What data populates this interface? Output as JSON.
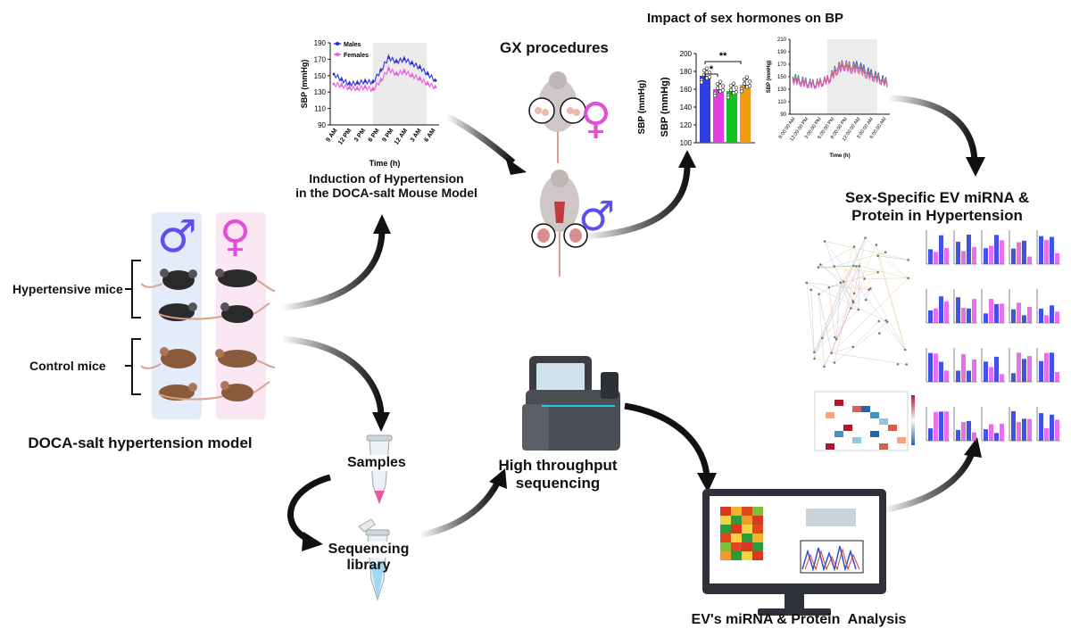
{
  "labels": {
    "hypertensive_mice": "Hypertensive mice",
    "control_mice": "Control mice",
    "model_title": "DOCA-salt hypertension model",
    "samples": "Samples",
    "seq_library_1": "Sequencing",
    "seq_library_2": "library",
    "high_throughput_1": "High throughput",
    "high_throughput_2": "sequencing",
    "analysis_title": "EV's miRNA & Protein  Analysis",
    "gx_procedures": "GX procedures",
    "induction_1": "Induction of Hypertension",
    "induction_2": "in the DOCA-salt Mouse Model",
    "impact_title": "Impact of sex hormones on BP",
    "sexspec_1": "Sex-Specific EV miRNA &",
    "sexspec_2": "Protein in Hypertension"
  },
  "symbols": {
    "male": "♂",
    "female": "♀",
    "male_color": "#5b4ff0",
    "female_color": "#e24ed6"
  },
  "chart_data": [
    {
      "type": "line",
      "ylabel": "SBP (mmHg)",
      "xlabel": "Time (h)",
      "ylim": [
        90,
        190
      ],
      "yticks": [
        90,
        110,
        130,
        150,
        170,
        190
      ],
      "xticks": [
        "9 AM",
        "12 PM",
        "3 PM",
        "6 PM",
        "9 PM",
        "12 AM",
        "3 AM",
        "6 AM"
      ],
      "legend_position": "top-left",
      "series": [
        {
          "name": "Males",
          "color": "#2a2ad6",
          "values": [
            152,
            145,
            140,
            141,
            143,
            142,
            156,
            172,
            167,
            170,
            165,
            160,
            152,
            144
          ]
        },
        {
          "name": "Females",
          "color": "#ee55dd",
          "values": [
            140,
            138,
            135,
            134,
            136,
            133,
            144,
            158,
            152,
            155,
            150,
            146,
            140,
            136
          ]
        }
      ]
    },
    {
      "type": "bar",
      "ylabel_outer": "SBP (mmHg)",
      "ylabel": "SBP (mmHg)",
      "ylim": [
        100,
        200
      ],
      "yticks": [
        100,
        120,
        140,
        160,
        180,
        200
      ],
      "significance": [
        "*",
        "**"
      ],
      "values": [
        175,
        160,
        158,
        165
      ],
      "colors": [
        "#2f3fe3",
        "#e33ee0",
        "#16c21f",
        "#f29a12"
      ]
    },
    {
      "type": "line",
      "ylabel": "SBP (mmHg)",
      "xlabel": "Time (h)",
      "ylim": [
        90,
        210
      ],
      "yticks": [
        90,
        110,
        130,
        150,
        170,
        190,
        210
      ],
      "xticks": [
        "9:00:00 AM",
        "12:00:00 PM",
        "3:00:00 PM",
        "6:00:00 PM",
        "9:00:00 PM",
        "12:00:00 AM",
        "3:00:00 AM",
        "6:00:00 AM"
      ],
      "series": [
        {
          "color": "#2a2ad6",
          "values": [
            150,
            146,
            142,
            140,
            143,
            148,
            165,
            172,
            168,
            170,
            162,
            155,
            150,
            142
          ]
        },
        {
          "color": "#16c21f",
          "values": [
            148,
            144,
            140,
            139,
            141,
            146,
            160,
            168,
            164,
            166,
            158,
            152,
            147,
            140
          ]
        },
        {
          "color": "#f29a12",
          "values": [
            146,
            143,
            139,
            138,
            142,
            147,
            162,
            170,
            166,
            163,
            157,
            150,
            146,
            139
          ]
        },
        {
          "color": "#e33ee0",
          "values": [
            144,
            141,
            138,
            137,
            140,
            145,
            158,
            166,
            161,
            162,
            154,
            149,
            144,
            138
          ]
        }
      ]
    }
  ]
}
